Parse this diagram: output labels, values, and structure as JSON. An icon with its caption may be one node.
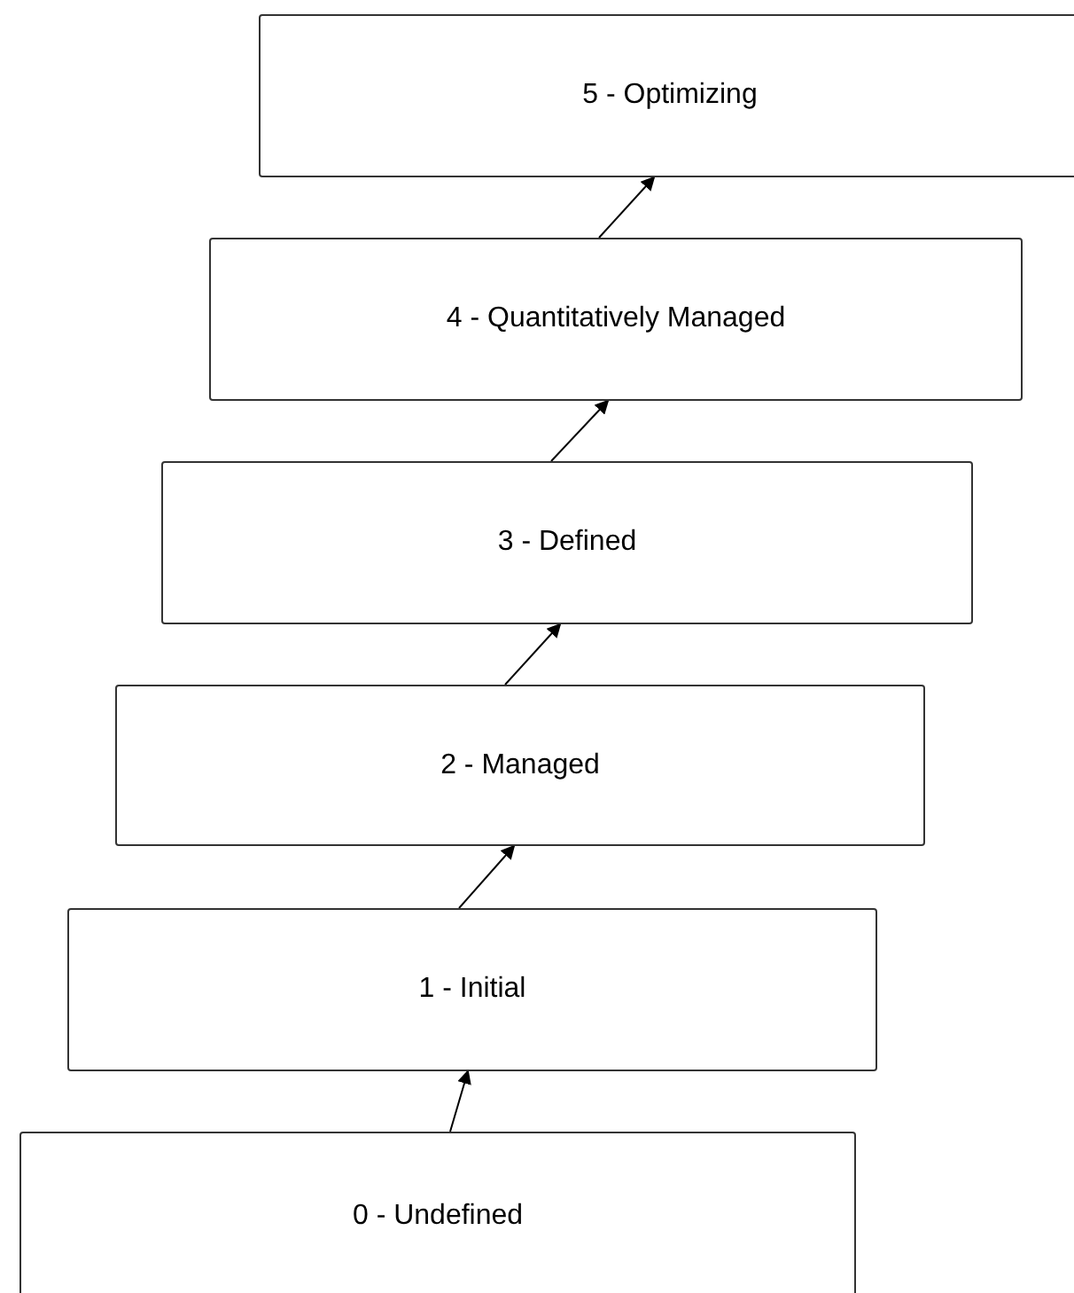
{
  "diagram": {
    "nodes": [
      {
        "text": [
          "5 - Optimizing"
        ]
      },
      {
        "text": [
          "4 - Quantitatively Managed"
        ]
      },
      {
        "text": [
          "3 - Defined"
        ]
      },
      {
        "text": [
          "2 - Managed"
        ]
      },
      {
        "text": [
          "1 - Initial"
        ]
      },
      {
        "text": [
          "0 - Undefined"
        ]
      }
    ],
    "edges": [
      {
        "from": 5,
        "to": 4,
        "arrow": "to"
      },
      {
        "from": 4,
        "to": 3,
        "arrow": "to"
      },
      {
        "from": 3,
        "to": 2,
        "arrow": "to"
      },
      {
        "from": 2,
        "to": 1,
        "arrow": "to"
      },
      {
        "from": 1,
        "to": 0,
        "arrow": "to"
      }
    ]
  }
}
